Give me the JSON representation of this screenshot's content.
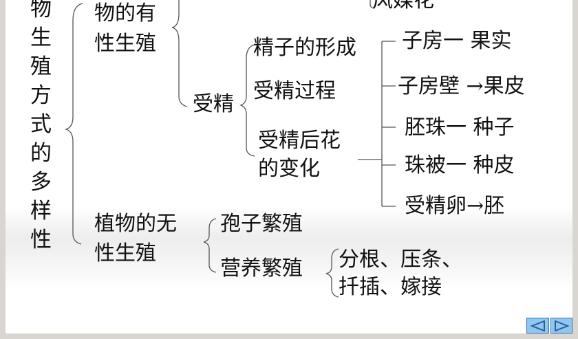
{
  "title_vertical": "物生殖方式的多样性",
  "sexual": {
    "line1": "物的有",
    "line2": "性生殖"
  },
  "wind_pollinated": "风媒花",
  "fertilization": "受精",
  "steps": {
    "sperm_formation": "精子的形成",
    "process": "受精过程",
    "after_line1": "受精后花",
    "after_line2": "的变化"
  },
  "changes": [
    "子房一 果实",
    "子房壁 →果皮",
    "胚珠一 种子",
    "珠被一 种皮",
    "受精卵→胚"
  ],
  "asexual": {
    "line1": "植物的无",
    "line2": "性生殖"
  },
  "asexual_types": {
    "spore": "孢子繁殖",
    "vegetative": "营养繁殖"
  },
  "vegetative_methods": {
    "line1": "分根、压条、",
    "line2": "扦插、嫁接"
  },
  "nav": {
    "prev_icon": "triangle-left-icon",
    "next_icon": "triangle-right-icon",
    "button_color": "#8ec8f0",
    "arrow_color": "#2a5d9a"
  }
}
